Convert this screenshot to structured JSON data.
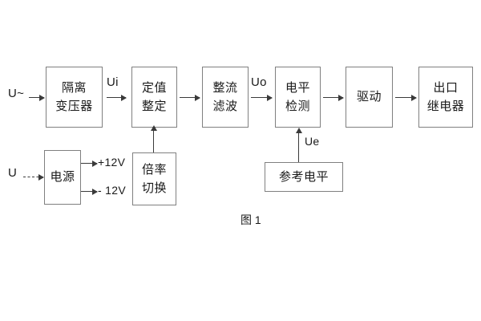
{
  "figure": {
    "caption": "图 1",
    "colors": {
      "block_border": "#808080",
      "arrow": "#3a3a3a",
      "text": "#1a1a1a",
      "background": "#ffffff"
    }
  },
  "blocks": [
    {
      "id": "isolation-transformer",
      "line1": "隔离",
      "line2": "变压器"
    },
    {
      "id": "setting-value",
      "line1": "定值",
      "line2": "整定"
    },
    {
      "id": "rectify-filter",
      "line1": "整流",
      "line2": "滤波"
    },
    {
      "id": "level-detection",
      "line1": "电平",
      "line2": "检测"
    },
    {
      "id": "drive",
      "line1": "驱动",
      "line2": ""
    },
    {
      "id": "output-relay",
      "line1": "出口",
      "line2": "继电器"
    },
    {
      "id": "power-supply",
      "line1": "电源",
      "line2": ""
    },
    {
      "id": "multiplier-switch",
      "line1": "倍率",
      "line2": "切换"
    },
    {
      "id": "reference-level",
      "line1": "参考电平",
      "line2": ""
    }
  ],
  "signals": {
    "ac_input": "U~",
    "dc_input": "U",
    "ui": "Ui",
    "uo": "Uo",
    "ue": "Ue",
    "supply_positive": "+12V",
    "supply_negative": "- 12V"
  }
}
